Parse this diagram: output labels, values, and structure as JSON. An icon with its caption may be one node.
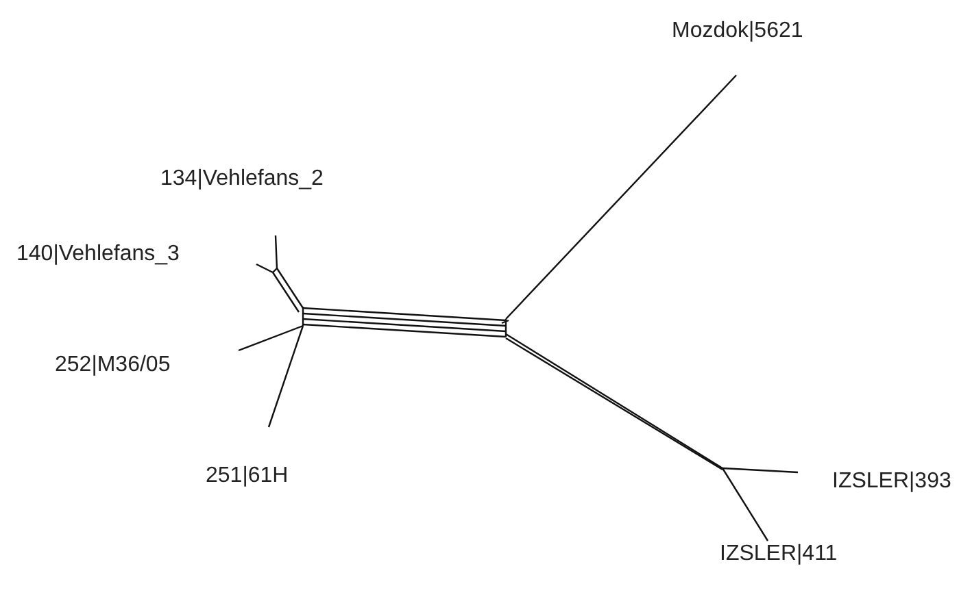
{
  "diagram": {
    "labels": [
      "Mozdok|5621",
      "134|Vehlefans_2",
      "140|Vehlefans_3",
      "252|M36/05",
      "251|61H",
      "IZSLER|393",
      "IZSLER|411"
    ]
  }
}
